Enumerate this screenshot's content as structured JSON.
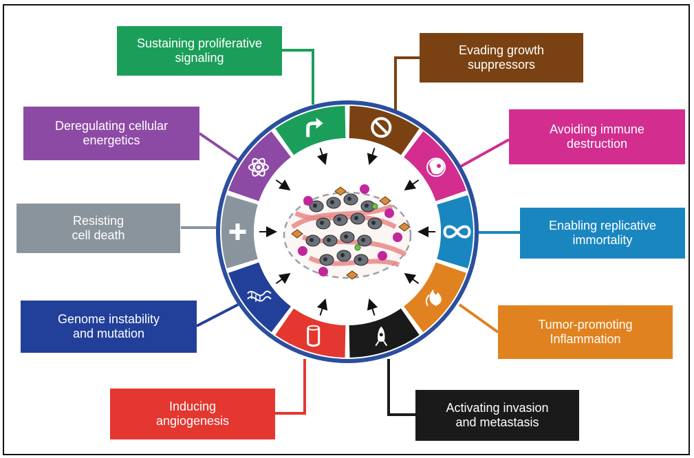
{
  "hallmarks": {
    "sustaining": {
      "text": "Sustaining proliferative\nsignaling",
      "color": "#1b9e5a",
      "icon": "arrow-icon"
    },
    "evading": {
      "text": "Evading growth\nsuppressors",
      "color": "#7a4212",
      "icon": "prohibition-icon"
    },
    "immune": {
      "text": "Avoiding immune\ndestruction",
      "color": "#d22d8f",
      "icon": "immune-cell-icon"
    },
    "replicative": {
      "text": "Enabling replicative\nimmortality",
      "color": "#1a86c0",
      "icon": "infinity-icon"
    },
    "inflammation": {
      "text": "Tumor-promoting\nInflammation",
      "color": "#e0821f",
      "icon": "flame-icon"
    },
    "invasion": {
      "text": "Activating invasion\nand metastasis",
      "color": "#1a1a1a",
      "icon": "rocket-icon"
    },
    "angiogenesis": {
      "text": "Inducing\nangiogenesis",
      "color": "#e4372f",
      "icon": "vessel-icon"
    },
    "genome": {
      "text": "Genome instability\nand mutation",
      "color": "#22409a",
      "icon": "dna-icon"
    },
    "death": {
      "text": "Resisting\ncell death",
      "color": "#8a949d",
      "icon": "cross-icon"
    },
    "energetics": {
      "text": "Deregulating cellular\nenergetics",
      "color": "#8d4aa5",
      "icon": "atom-icon"
    }
  },
  "ring_border_color": "#2b4f9e"
}
